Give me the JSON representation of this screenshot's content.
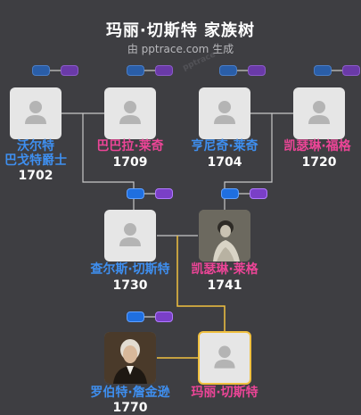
{
  "header": {
    "title": "玛丽·切斯特 家族树",
    "subtitle": "由 pptrace.com 生成",
    "watermark": "pptrace"
  },
  "colors": {
    "background": "#3e3e42",
    "male": "#3e8ff0",
    "female": "#ec4597",
    "line": "#c8c8c8",
    "focus_line": "#f0c040",
    "pill_father": "#1f6fe0",
    "pill_mother": "#7a3fc7"
  },
  "people": {
    "p1": {
      "name_line1": "沃尔特",
      "name_line2": "巴戈特爵士",
      "year": "1702",
      "gender": "male"
    },
    "p2": {
      "name": "巴巴拉·莱奇",
      "year": "1709",
      "gender": "female"
    },
    "p3": {
      "name": "亨尼奇·莱奇",
      "year": "1704",
      "gender": "male"
    },
    "p4": {
      "name": "凯瑟琳·福格",
      "year": "1720",
      "gender": "female"
    },
    "p5": {
      "name": "查尔斯·切斯特",
      "year": "1730",
      "gender": "male"
    },
    "p6": {
      "name": "凯瑟琳·莱格",
      "year": "1741",
      "gender": "female"
    },
    "p7": {
      "name": "罗伯特·詹金逊",
      "year": "1770",
      "gender": "male"
    },
    "p8": {
      "name": "玛丽·切斯特",
      "year": "",
      "gender": "female",
      "focus": true
    }
  }
}
